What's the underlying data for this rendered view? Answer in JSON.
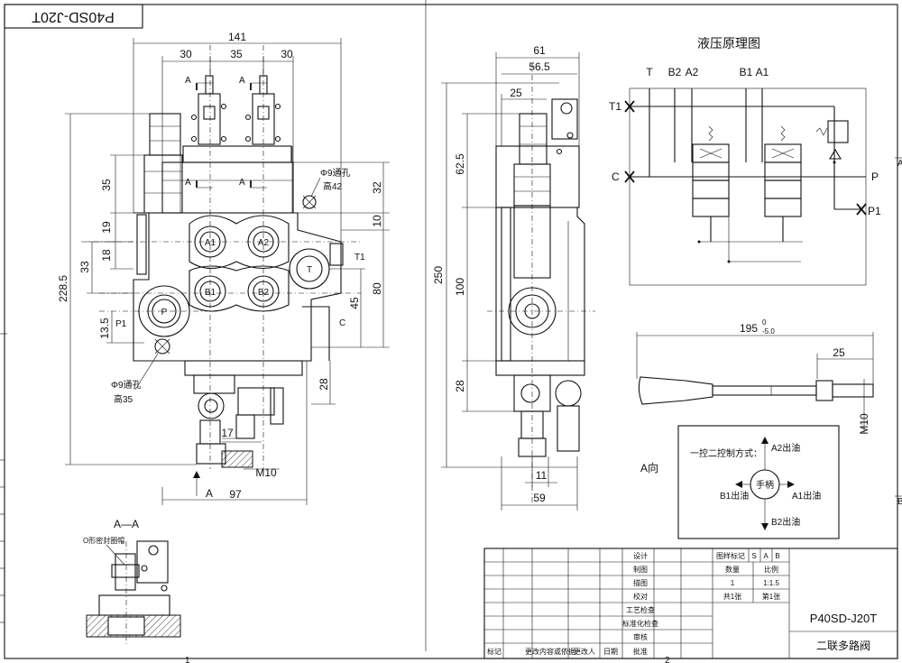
{
  "title_block": {
    "code_label": "P40SD-J20T",
    "name_label": "二联多路阀",
    "rows": [
      "设计",
      "制图",
      "描图",
      "校对",
      "工艺检查",
      "标准化检查",
      "审核",
      "批准"
    ],
    "stage_header": "图样标记",
    "stage_marks": [
      "S",
      "A",
      "B"
    ],
    "qty_header": "数量",
    "scale_header": "比例",
    "qty_value": "1",
    "scale_value": "1:1.5",
    "sheets_total": "共1张",
    "sheet_no": "第1张",
    "footer": [
      "标记",
      "更改内容或依据",
      "更改人",
      "日期"
    ]
  },
  "corner_code": "P40SD-J20T",
  "front_view": {
    "dims_top": [
      "141",
      "30",
      "35",
      "30"
    ],
    "dims_left": [
      "35",
      "19",
      "18",
      "33",
      "228.5",
      "13.5"
    ],
    "dims_right": [
      "32",
      "10",
      "45",
      "80",
      "28"
    ],
    "ports": [
      "A1",
      "A2",
      "B1",
      "B2",
      "T",
      "P"
    ],
    "port_side_labels": [
      "T1",
      "P1",
      "C"
    ],
    "hole_note_upper": [
      "Φ9通孔",
      "高42"
    ],
    "hole_note_lower": [
      "Φ9通孔",
      "高35"
    ],
    "section_marks": [
      "A",
      "A",
      "A",
      "A",
      "A"
    ],
    "dims_bottom": [
      "97",
      "17",
      "M10"
    ]
  },
  "side_view": {
    "dims_top": [
      "61",
      "56.5",
      "25"
    ],
    "dims_left": [
      "62.5",
      "250",
      "100",
      "28"
    ],
    "dims_bottom": [
      "11",
      "59"
    ]
  },
  "schematic": {
    "title": "液压原理图",
    "top_labels": [
      "T",
      "B2",
      "A2",
      "B1",
      "A1"
    ],
    "side_labels": [
      "T1",
      "C",
      "P",
      "P1"
    ]
  },
  "handle": {
    "dims": [
      "195",
      "0",
      "-5.0",
      "25",
      "M10"
    ]
  },
  "direction_view": {
    "label": "A向",
    "note": "一控二控制方式：",
    "center": "手柄",
    "up": "A2出油",
    "down": "B2出油",
    "left": "B1出油",
    "right": "A1出油"
  },
  "section_view": {
    "title": "A—A",
    "note": "O形密封圈帽"
  },
  "border_letters": [
    "A",
    "B",
    "1",
    "2"
  ]
}
